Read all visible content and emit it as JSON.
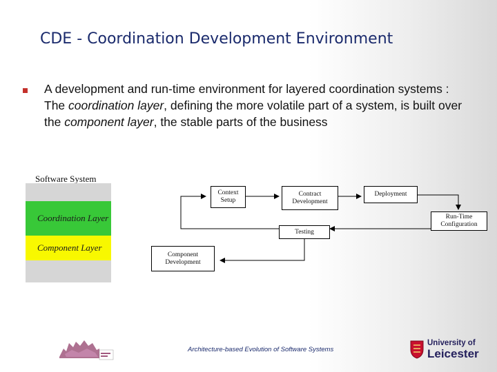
{
  "slide": {
    "title": "CDE - Coordination Development Environment",
    "bullet_line1": "A development and run-time environment for layered coordination systems :",
    "bullet_line2_pre": "The ",
    "bullet_line2_em1": "coordination layer",
    "bullet_line2_mid": ", defining the more volatile part of a system, is built over the ",
    "bullet_line2_em2": "component layer",
    "bullet_line2_post": ", the stable parts of the business"
  },
  "diagram": {
    "software_system_label": "Software System",
    "coordination_layer": "Coordination Layer",
    "component_layer": "Component Layer",
    "context_setup": [
      "Context",
      "Setup"
    ],
    "contract_development": [
      "Contract",
      "Development"
    ],
    "deployment": "Deployment",
    "runtime_configuration": [
      "Run-Time",
      "Configuration"
    ],
    "testing": "Testing",
    "component_development": [
      "Component",
      "Development"
    ]
  },
  "footer": {
    "caption": "Architecture-based Evolution of Software Systems",
    "university_line1": "University of",
    "university_line2": "Leicester"
  },
  "colors": {
    "title": "#1a2a6c",
    "bullet": "#c4302b",
    "coordination_layer": "#38c838",
    "component_layer": "#f8f800"
  }
}
